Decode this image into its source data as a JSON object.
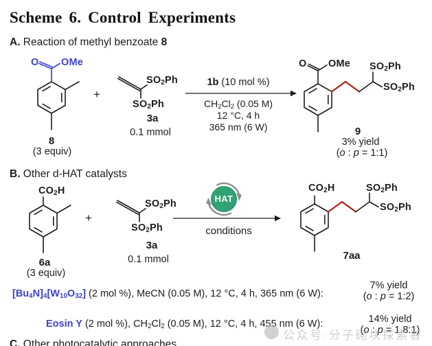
{
  "title": "Scheme 6. Control Experiments",
  "colors": {
    "ester_blue": "#3c43c8",
    "bond_red": "#ab2318",
    "hat_green": "#31a273",
    "arrow_gray": "#8d8d8d",
    "watermark_gray": "#a8a8a8"
  },
  "section_a": {
    "heading_html": "<b>A.</b> Reaction of methyl benzoate <b>8</b>",
    "benzoate": {
      "o_label": "O",
      "ome_label": "OMe",
      "num": "8",
      "equiv": "(3 equiv)"
    },
    "plus": "+",
    "sulfone": {
      "so2ph_top_html": "SO<sub>2</sub>Ph",
      "so2ph_bottom_html": "SO<sub>2</sub>Ph",
      "num": "3a",
      "amount": "0.1 mmol"
    },
    "arrow": {
      "above_html": "<b>1b</b> (10 mol %)",
      "cond1_html": "CH<sub>2</sub>Cl<sub>2</sub> (0.05 M)",
      "cond2": "12 °C, 4 h",
      "cond3": "365 nm (6 W)"
    },
    "product": {
      "o_label": "O",
      "ome_label": "OMe",
      "so2ph_top_html": "SO<sub>2</sub>Ph",
      "so2ph_right_html": "SO<sub>2</sub>Ph",
      "num": "9",
      "yield_text": "3% yield",
      "ratio_html": "(<i>o</i> : <i>p</i> = 1:1)"
    }
  },
  "section_b": {
    "heading_html": "<b>B.</b> Other d-HAT catalysts",
    "acid": {
      "co2h_html": "CO<sub>2</sub>H",
      "num": "6a",
      "equiv": "(3 equiv)"
    },
    "plus": "+",
    "sulfone": {
      "so2ph_top_html": "SO<sub>2</sub>Ph",
      "so2ph_bottom_html": "SO<sub>2</sub>Ph",
      "num": "3a",
      "amount": "0.1 mmol"
    },
    "hat_label": "HAT",
    "arrow_label": "conditions",
    "product": {
      "co2h_html": "CO<sub>2</sub>H",
      "so2ph_top_html": "SO<sub>2</sub>Ph",
      "so2ph_right_html": "SO<sub>2</sub>Ph",
      "num": "7aa"
    },
    "entries": [
      {
        "catalyst_html": "[Bu<sub>4</sub>N]<sub>4</sub>[W<sub>10</sub>O<sub>32</sub>]",
        "conditions_html": " (2 mol %), MeCN (0.05 M), 12 °C, 4 h, 365 nm (6 W):",
        "yield_text": "7% yield",
        "ratio_html": "(<i>o</i> : <i>p</i> = 1:2)"
      },
      {
        "catalyst_html": "Eosin Y",
        "conditions_html": " (2 mol %), CH<sub>2</sub>Cl<sub>2</sub> (0.05 M), 12 °C, 4 h, 455 nm (6 W):",
        "yield_text": "14% yield",
        "ratio_html": "(<i>o</i> : <i>p</i> = 1.8:1)"
      }
    ]
  },
  "section_c": {
    "heading_html": "<b>C.</b> Other photocatalytic approaches"
  },
  "watermark": {
    "text": "公众号·分子砌块探索者"
  }
}
